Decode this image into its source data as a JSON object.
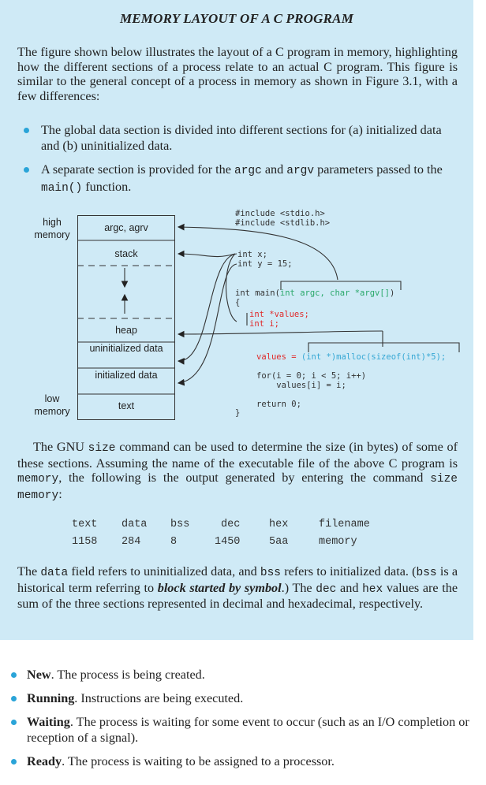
{
  "title": "MEMORY LAYOUT OF A C PROGRAM",
  "intro": "The figure shown below illustrates the layout of a C program in memory, highlighting how the different sections of a process relate to an actual C program. This figure is similar to the general concept of a process in memory as shown in Figure 3.1, with a few differences:",
  "bullets": [
    "The global data section is divided into different sections for (a) initialized data and (b) uninitialized data.",
    {
      "pre": "A separate section is provided for the ",
      "c1": "argc",
      "mid": " and ",
      "c2": "argv",
      "post": " parameters passed to the ",
      "c3": "main()",
      "end": " function."
    }
  ],
  "figure": {
    "side_high": "high memory",
    "side_low": "low memory",
    "sections": [
      "argc, agrv",
      "stack",
      "heap",
      "uninitialized data",
      "initialized data",
      "text"
    ],
    "code": {
      "inc1": "#include <stdio.h>",
      "inc2": "#include <stdlib.h>",
      "x": "int x;",
      "y": "int y = 15;",
      "main_pre": "int main(",
      "main_args": "int argc, char *argv[]",
      "main_post": ")",
      "open": "{",
      "v1": "int *values;",
      "v2": "int i;",
      "alloc_pre": "values = ",
      "alloc": "(int *)malloc(sizeof(int)*5);",
      "for1": "for(i = 0; i < 5; i++)",
      "for2": "    values[i] = i;",
      "ret": "return 0;",
      "close": "}"
    }
  },
  "size_para": {
    "a": "The GNU ",
    "b": "size",
    "c": " command can be used to determine the size (in bytes) of some of these sections. Assuming the name of the executable file of the above C program is ",
    "d": "memory",
    "e": ", the following is the output generated by entering the command ",
    "f": "size memory",
    "g": ":"
  },
  "size_table": {
    "headers": [
      "text",
      "data",
      "bss",
      "dec",
      "hex",
      "filename"
    ],
    "row": [
      "1158",
      "284",
      "8",
      "1450",
      "5aa",
      "memory"
    ]
  },
  "data_para": {
    "a": "The ",
    "b": "data",
    "c": " field refers to uninitialized data, and ",
    "d": "bss",
    "e": " refers to initialized data. (",
    "f": "bss",
    "g": " is a historical term referring to ",
    "h": "block started by symbol",
    "i": ".) The ",
    "j": "dec",
    "k": " and ",
    "l": "hex",
    "m": " values are the sum of the three sections represented in decimal and hexadecimal, respectively."
  },
  "states": [
    {
      "term": "New",
      "text": ". The process is being created."
    },
    {
      "term": "Running",
      "text": ". Instructions are being executed."
    },
    {
      "term": "Waiting",
      "text": ". The process is waiting for some event to occur (such as an I/O completion or reception of a signal)."
    },
    {
      "term": "Ready",
      "text": ". The process is waiting to be assigned to a processor."
    }
  ],
  "colors": {
    "panel": "#cfeaf6",
    "bullet": "#2aa4d8",
    "code_red": "#e02a2a",
    "code_teal": "#2aa86a",
    "code_cyan": "#35a7d4"
  }
}
